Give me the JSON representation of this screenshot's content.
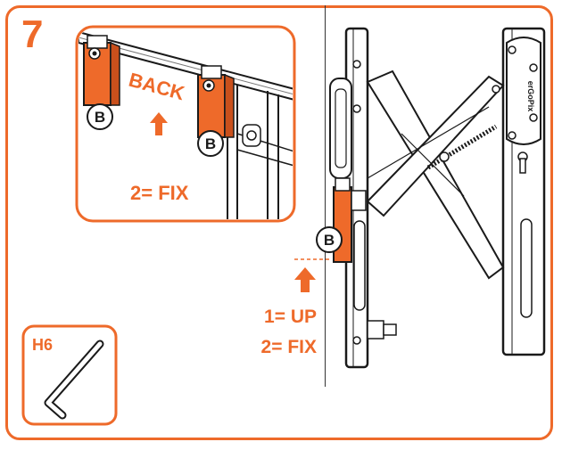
{
  "step_number": "7",
  "detail": {
    "back_text": "BACK",
    "fix_text": "2= FIX",
    "badge_label": "B"
  },
  "main": {
    "badge_label": "B",
    "up_text": "1= UP",
    "fix_text": "2= FIX"
  },
  "tool": {
    "label": "H6"
  },
  "brand_text": "erGoPix",
  "colors": {
    "accent": "#ee6a2a",
    "line": "#1a1a1a"
  }
}
